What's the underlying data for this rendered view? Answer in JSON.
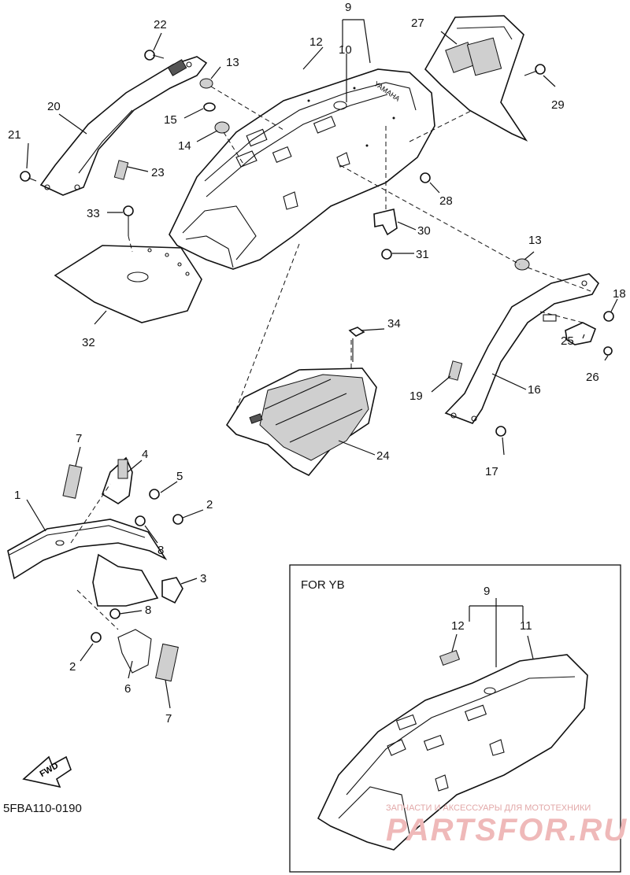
{
  "callouts": [
    {
      "id": "c1",
      "text": "1"
    },
    {
      "id": "c2a",
      "text": "2"
    },
    {
      "id": "c2b",
      "text": "2"
    },
    {
      "id": "c3",
      "text": "3"
    },
    {
      "id": "c4",
      "text": "4"
    },
    {
      "id": "c5",
      "text": "5"
    },
    {
      "id": "c6",
      "text": "6"
    },
    {
      "id": "c7a",
      "text": "7"
    },
    {
      "id": "c7b",
      "text": "7"
    },
    {
      "id": "c8a",
      "text": "8"
    },
    {
      "id": "c8b",
      "text": "8"
    },
    {
      "id": "c9",
      "text": "9"
    },
    {
      "id": "c10",
      "text": "10"
    },
    {
      "id": "c12",
      "text": "12"
    },
    {
      "id": "c13a",
      "text": "13"
    },
    {
      "id": "c13b",
      "text": "13"
    },
    {
      "id": "c14",
      "text": "14"
    },
    {
      "id": "c15",
      "text": "15"
    },
    {
      "id": "c16",
      "text": "16"
    },
    {
      "id": "c17",
      "text": "17"
    },
    {
      "id": "c18",
      "text": "18"
    },
    {
      "id": "c19",
      "text": "19"
    },
    {
      "id": "c20",
      "text": "20"
    },
    {
      "id": "c21",
      "text": "21"
    },
    {
      "id": "c22",
      "text": "22"
    },
    {
      "id": "c23",
      "text": "23"
    },
    {
      "id": "c24",
      "text": "24"
    },
    {
      "id": "c25",
      "text": "25"
    },
    {
      "id": "c26",
      "text": "26"
    },
    {
      "id": "c27",
      "text": "27"
    },
    {
      "id": "c28",
      "text": "28"
    },
    {
      "id": "c29",
      "text": "29"
    },
    {
      "id": "c30",
      "text": "30"
    },
    {
      "id": "c31",
      "text": "31"
    },
    {
      "id": "c32",
      "text": "32"
    },
    {
      "id": "c33",
      "text": "33"
    },
    {
      "id": "c34",
      "text": "34"
    }
  ],
  "inset": {
    "title": "FOR YB",
    "callouts": [
      {
        "id": "i9",
        "text": "9"
      },
      {
        "id": "i11",
        "text": "11"
      },
      {
        "id": "i12",
        "text": "12"
      }
    ]
  },
  "fender_brand": "YAMAHA",
  "fwd_label": "FWD",
  "diagram_code": "5FBA110-0190",
  "watermark": {
    "line1": "ЗАПЧАСТИ И АКСЕССУАРЫ ДЛЯ МОТОТЕХНИКИ",
    "line2": "PARTSFOR.RU"
  }
}
